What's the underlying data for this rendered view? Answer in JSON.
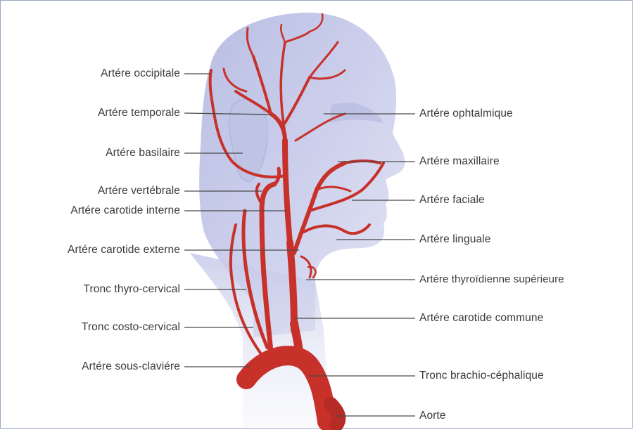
{
  "colors": {
    "skin": "#c9cde8",
    "artery": "#c8312a",
    "artery_dark": "#8f1f1a",
    "leader": "#4a4a4a",
    "text": "#3a3a3a"
  },
  "labels_left": [
    "Artére occipitale",
    "Artére temporale",
    "Artére basilaire",
    "Artére vertébrale",
    "Artére carotide interne",
    "Artére carotide externe",
    "Tronc thyro-cervical",
    "Tronc costo-cervical",
    "Artére sous-claviére"
  ],
  "labels_right": [
    "Artére ophtalmique",
    "Artére maxillaire",
    "Artére faciale",
    "Artére linguale",
    "Artére thyroïdienne supérieure",
    "Artére carotide commune",
    "Tronc brachio-céphalique",
    "Aorte"
  ]
}
